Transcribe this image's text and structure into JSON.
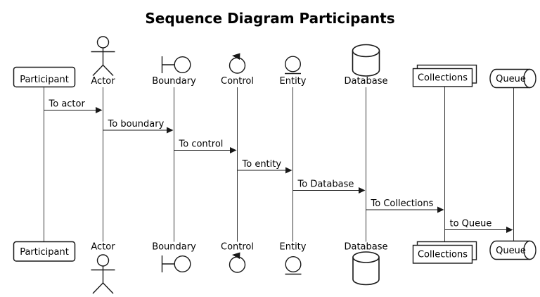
{
  "title": "Sequence Diagram Participants",
  "diagram_type": "sequence-diagram",
  "colors": {
    "stroke": "#181818",
    "lifeline": "#383838",
    "text": "#000000",
    "background": "#ffffff"
  },
  "participants": [
    {
      "label": "Participant",
      "shape": "box"
    },
    {
      "label": "Actor",
      "shape": "actor"
    },
    {
      "label": "Boundary",
      "shape": "boundary"
    },
    {
      "label": "Control",
      "shape": "control"
    },
    {
      "label": "Entity",
      "shape": "entity"
    },
    {
      "label": "Database",
      "shape": "database"
    },
    {
      "label": "Collections",
      "shape": "collections"
    },
    {
      "label": "Queue",
      "shape": "queue"
    }
  ],
  "messages": [
    {
      "from": "Participant",
      "to": "Actor",
      "label": "To actor"
    },
    {
      "from": "Actor",
      "to": "Boundary",
      "label": "To boundary"
    },
    {
      "from": "Boundary",
      "to": "Control",
      "label": "To control"
    },
    {
      "from": "Control",
      "to": "Entity",
      "label": "To entity"
    },
    {
      "from": "Entity",
      "to": "Database",
      "label": "To Database"
    },
    {
      "from": "Database",
      "to": "Collections",
      "label": "To Collections"
    },
    {
      "from": "Collections",
      "to": "Queue",
      "label": "to Queue"
    }
  ]
}
